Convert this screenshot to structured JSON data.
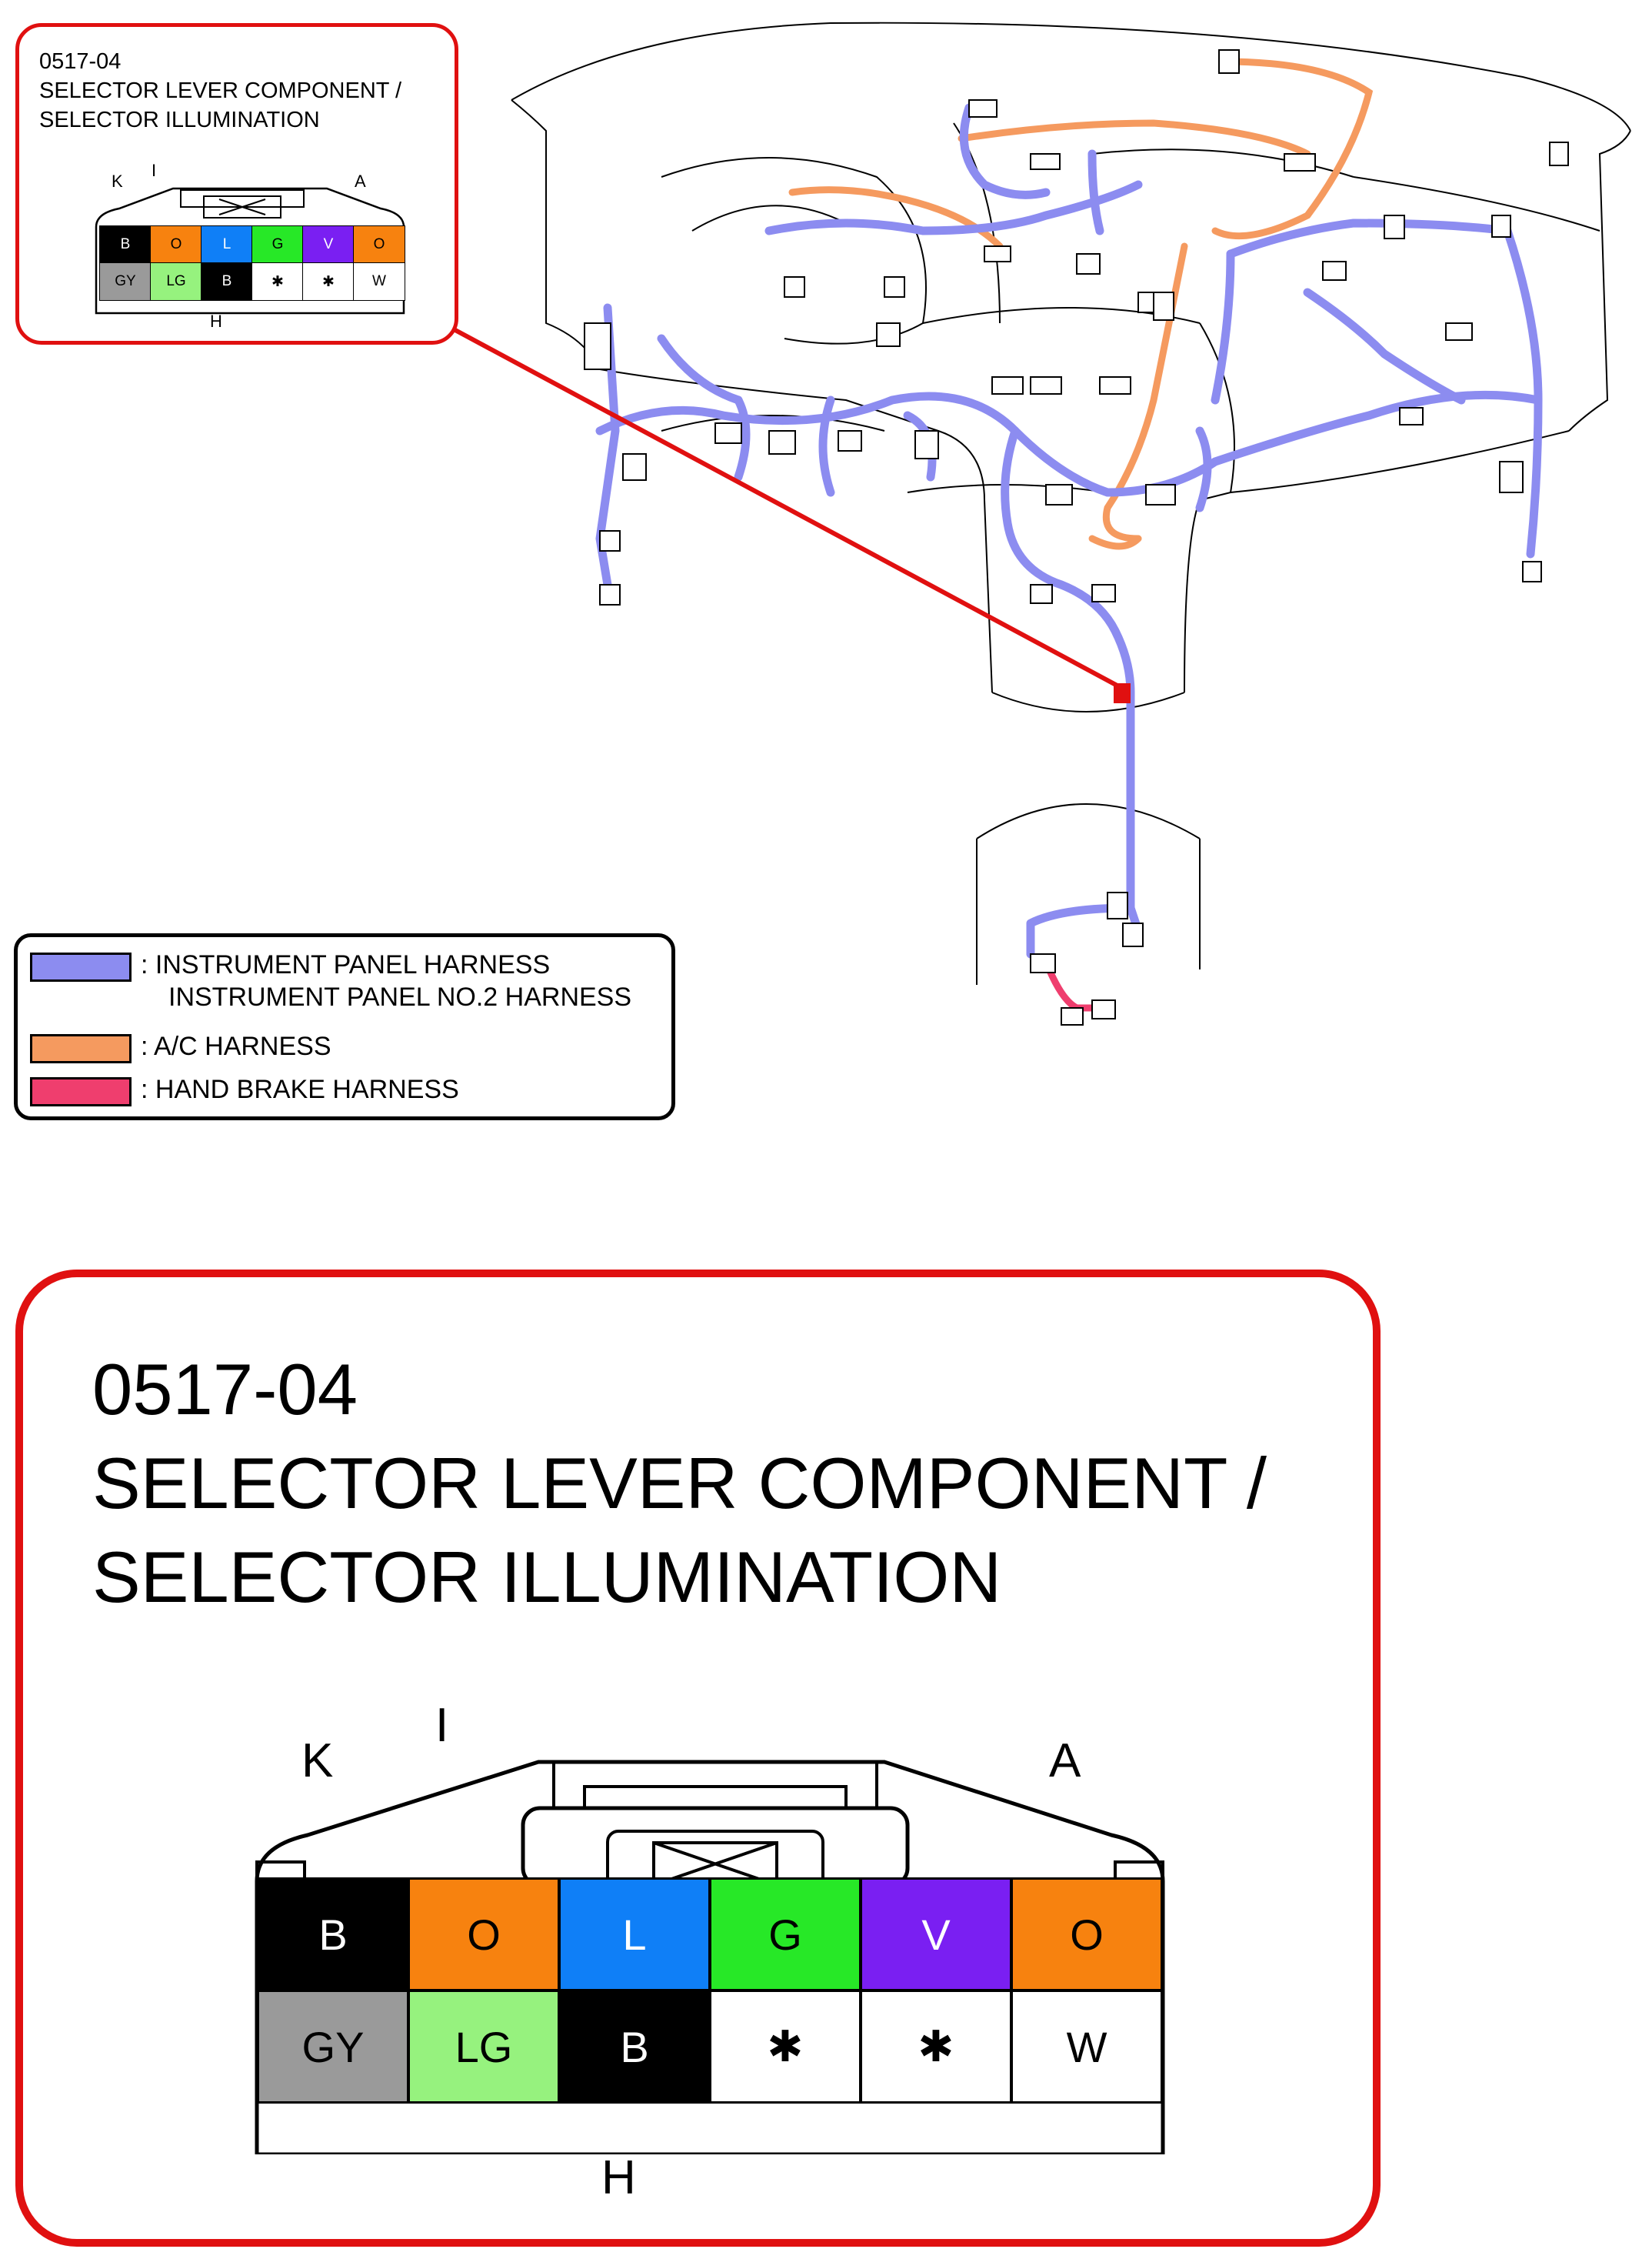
{
  "connector": {
    "code": "0517-04",
    "title_line1": "SELECTOR LEVER COMPONENT /",
    "title_line2": "SELECTOR ILLUMINATION",
    "pin_labels": {
      "left_top": "K",
      "left_mid": "I",
      "right_top": "A",
      "bottom": "H"
    },
    "top_row": [
      {
        "label": "B",
        "color": "#000000",
        "text_color": "#ffffff"
      },
      {
        "label": "O",
        "color": "#f7820f",
        "text_color": "#000000"
      },
      {
        "label": "L",
        "color": "#0f7ff7",
        "text_color": "#ffffff"
      },
      {
        "label": "G",
        "color": "#27e827",
        "text_color": "#000000"
      },
      {
        "label": "V",
        "color": "#7a1ff2",
        "text_color": "#ffffff"
      },
      {
        "label": "O",
        "color": "#f7820f",
        "text_color": "#000000"
      }
    ],
    "bottom_row": [
      {
        "label": "GY",
        "color": "#9a9a9a",
        "text_color": "#000000"
      },
      {
        "label": "LG",
        "color": "#96f27e",
        "text_color": "#000000"
      },
      {
        "label": "B",
        "color": "#000000",
        "text_color": "#ffffff"
      },
      {
        "label": "✱",
        "color": "#ffffff",
        "text_color": "#000000"
      },
      {
        "label": "✱",
        "color": "#ffffff",
        "text_color": "#000000"
      },
      {
        "label": "W",
        "color": "#ffffff",
        "text_color": "#000000"
      }
    ]
  },
  "legend": {
    "items": [
      {
        "color": "#8c8cf0",
        "line1": ": INSTRUMENT PANEL HARNESS",
        "line2": "INSTRUMENT PANEL NO.2 HARNESS"
      },
      {
        "color": "#f59a5f",
        "line1": ": A/C HARNESS"
      },
      {
        "color": "#ef3e6e",
        "line1": ": HAND BRAKE HARNESS"
      }
    ]
  },
  "colors": {
    "callout_border": "#e01010",
    "instrument_harness": "#8c8cf0",
    "ac_harness": "#f59a5f",
    "hand_brake_harness": "#ef3e6e",
    "connector_marker": "#e01010"
  }
}
